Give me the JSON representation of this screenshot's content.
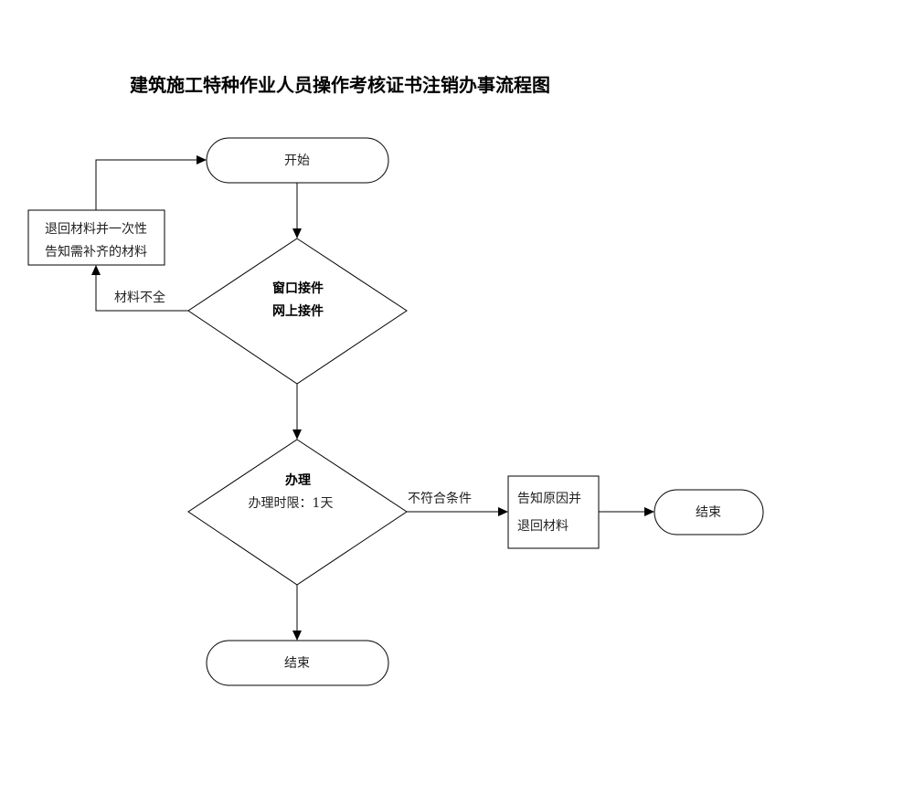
{
  "title": "建筑施工特种作业人员操作考核证书注销办事流程图",
  "nodes": {
    "start": {
      "label": "开始"
    },
    "receive": {
      "line1": "窗口接件",
      "line2": "网上接件"
    },
    "return_materials": {
      "line1": "退回材料并一次性",
      "line2": "告知需补齐的材料"
    },
    "process": {
      "line1": "办理",
      "line2": "办理时限：1天"
    },
    "notify_reason": {
      "line1": "告知原因并",
      "line2": "退回材料"
    },
    "end_right": {
      "label": "结束"
    },
    "end_bottom": {
      "label": "结束"
    }
  },
  "edges": {
    "incomplete": "材料不全",
    "not_qualified": "不符合条件"
  }
}
